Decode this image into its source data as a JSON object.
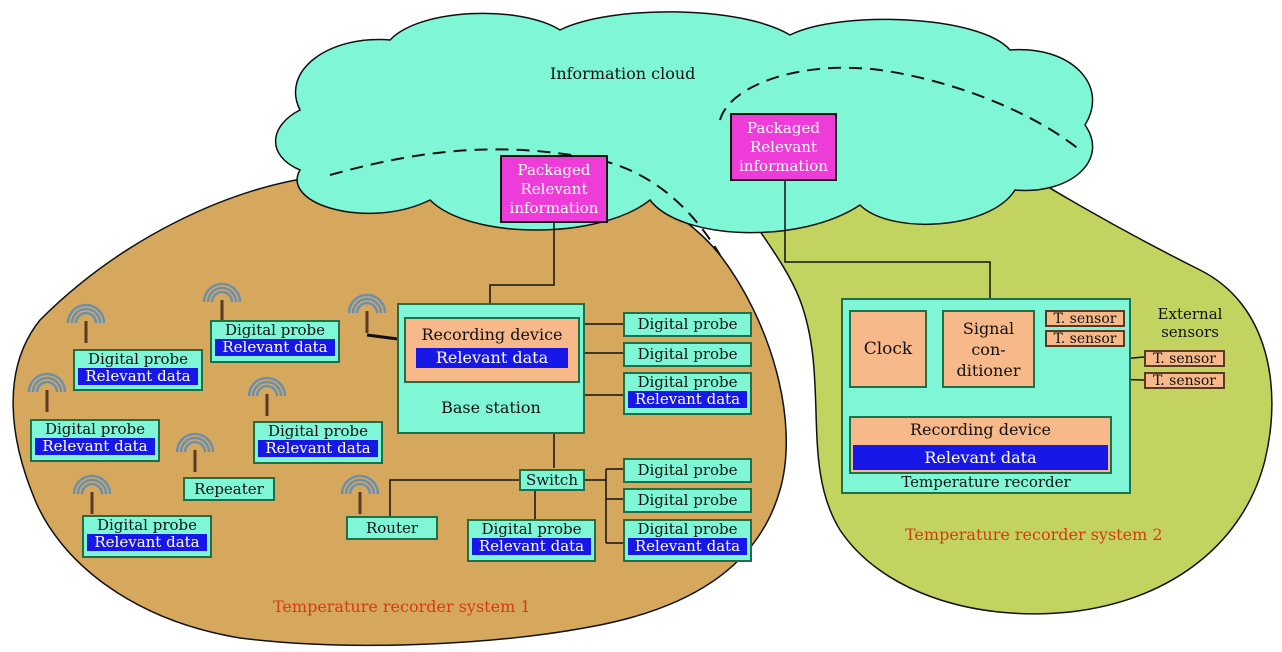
{
  "cloud": {
    "title": "Information cloud"
  },
  "packaged_info": {
    "system1": [
      "Packaged",
      "Relevant",
      "information"
    ],
    "system2": [
      "Packaged",
      "Relevant",
      "information"
    ]
  },
  "system1": {
    "caption": "Temperature recorder system 1",
    "base_station": {
      "recording_device": "Recording device",
      "relevant_data": "Relevant data",
      "label": "Base station"
    },
    "probe_label": "Digital probe",
    "data_label": "Relevant data",
    "repeater": "Repeater",
    "router": "Router",
    "switch": "Switch"
  },
  "system2": {
    "caption": "Temperature recorder system 2",
    "clock": "Clock",
    "signal_conditioner": [
      "Signal",
      "con-",
      "ditioner"
    ],
    "recording_device": "Recording device",
    "relevant_data": "Relevant data",
    "recorder_label": "Temperature recorder",
    "external_sensors": [
      "External",
      "sensors"
    ],
    "sensor_label": "T. sensor"
  },
  "colors": {
    "cloud": "#7ff7d6",
    "system1_blob": "#d6a85e",
    "system2_blob": "#c3d35f",
    "packaged": "#ee3cd9",
    "relevant_data": "#1717e8",
    "recording_device": "#f7b98a",
    "caption_text": "#d63a12"
  }
}
